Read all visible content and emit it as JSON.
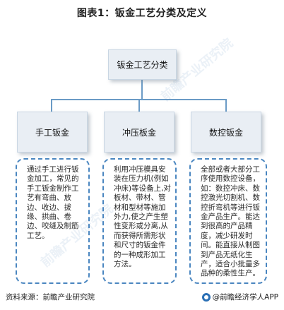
{
  "title": "图表1：钣金工艺分类及定义",
  "root": {
    "label": "钣金工艺分类"
  },
  "categories": [
    {
      "label": "手工钣金",
      "description": "通过手工进行钣金加工，常见的手工钣金制作工艺有弯曲、放边、收边、拔缘、拱曲、卷边、咬缝及制筋工艺。"
    },
    {
      "label": "冲压板金",
      "description": "利用冲压模具安装在压力机(例如冲床)等设备上,对板材、带材、管材和型材等施加外力,使之产生塑性变形或分离,从而获得所需形状和尺寸的钣金件的一种成形加工方法。"
    },
    {
      "label": "数控钣金",
      "description": "全部或者大部分工序使用数控设备，如：数控冲床、数控激光切割机、数控折弯机等进行钣金产品生产。能达到很高的产品精度，减少研发时间。能直接从制图到产品无纸化生产，适合小批量多品种的柔性生产。"
    }
  ],
  "footer": {
    "source": "资料来源：前瞻产业研究院",
    "brand": "@前瞻经济学人APP",
    "brand_icon": "brand-logo-icon"
  },
  "watermark": "前瞻产业研究院"
}
